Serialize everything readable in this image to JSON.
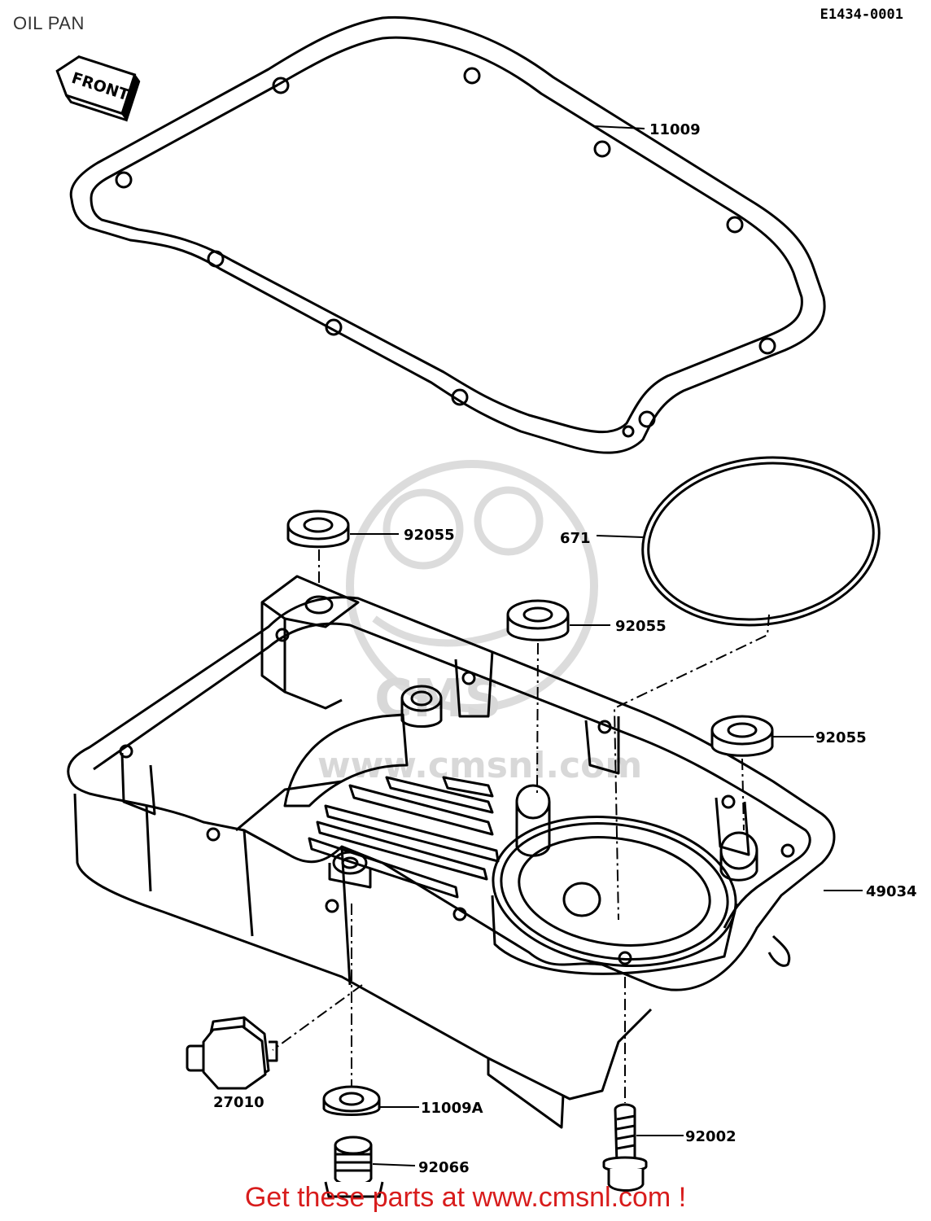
{
  "page": {
    "title": "OIL PAN",
    "drawing_code": "E1434-0001",
    "front_marker": "FRONT",
    "footer_link_text": "Get these parts at www.cmsnl.com !"
  },
  "watermark": {
    "text": "www.cmsnl.com",
    "logo_text": "CMS"
  },
  "parts": [
    {
      "id": "gasket",
      "number": "11009"
    },
    {
      "id": "o-ring",
      "number": "671"
    },
    {
      "id": "collar-a",
      "number": "92055"
    },
    {
      "id": "collar-b",
      "number": "92055"
    },
    {
      "id": "collar-c",
      "number": "92055"
    },
    {
      "id": "oil-pan",
      "number": "49034"
    },
    {
      "id": "switch",
      "number": "27010"
    },
    {
      "id": "washer",
      "number": "11009A"
    },
    {
      "id": "bolt",
      "number": "92002"
    },
    {
      "id": "drain-plug",
      "number": "92066"
    }
  ],
  "colors": {
    "line": "#000000",
    "watermark": "#d4d4d4",
    "footer": "#d81c1c"
  }
}
